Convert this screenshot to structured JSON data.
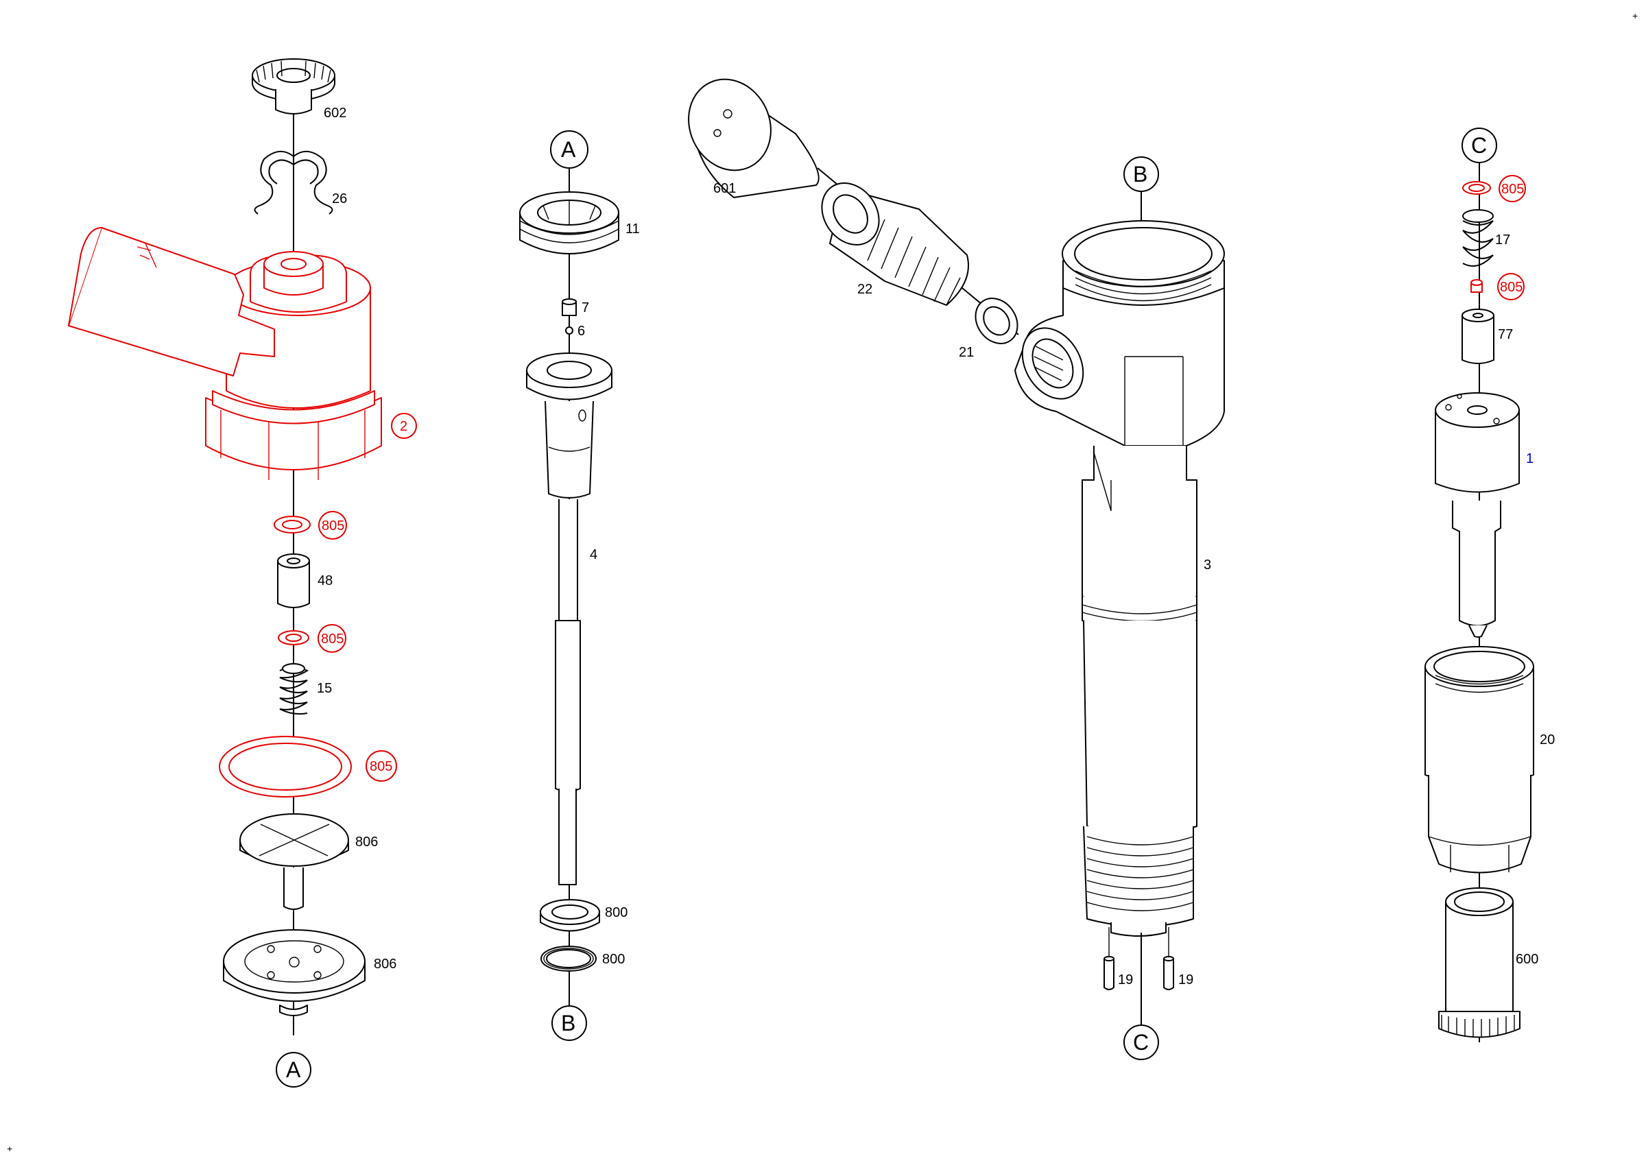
{
  "refs": {
    "a_top": "A",
    "a_bottom": "A",
    "b_top": "B",
    "b_bottom": "B",
    "c_top": "C",
    "c_bottom": "C"
  },
  "labels": {
    "p602": "602",
    "p26": "26",
    "p2": "2",
    "p805_1": "805",
    "p48": "48",
    "p805_2": "805",
    "p15": "15",
    "p805_3": "805",
    "p806_1": "806",
    "p806_2": "806",
    "p11": "11",
    "p7": "7",
    "p6": "6",
    "p4": "4",
    "p800_1": "800",
    "p800_2": "800",
    "p601": "601",
    "p22": "22",
    "p21": "21",
    "p3": "3",
    "p19_1": "19",
    "p19_2": "19",
    "p805_4": "805",
    "p17": "17",
    "p805_5": "805",
    "p77": "77",
    "p1": "1",
    "p20": "20",
    "p600": "600"
  },
  "colors": {
    "highlight": "#e60000",
    "link": "#0000cc",
    "line": "#000000"
  },
  "corner_marks": {
    "top_right": "+",
    "bottom_left": "+"
  }
}
